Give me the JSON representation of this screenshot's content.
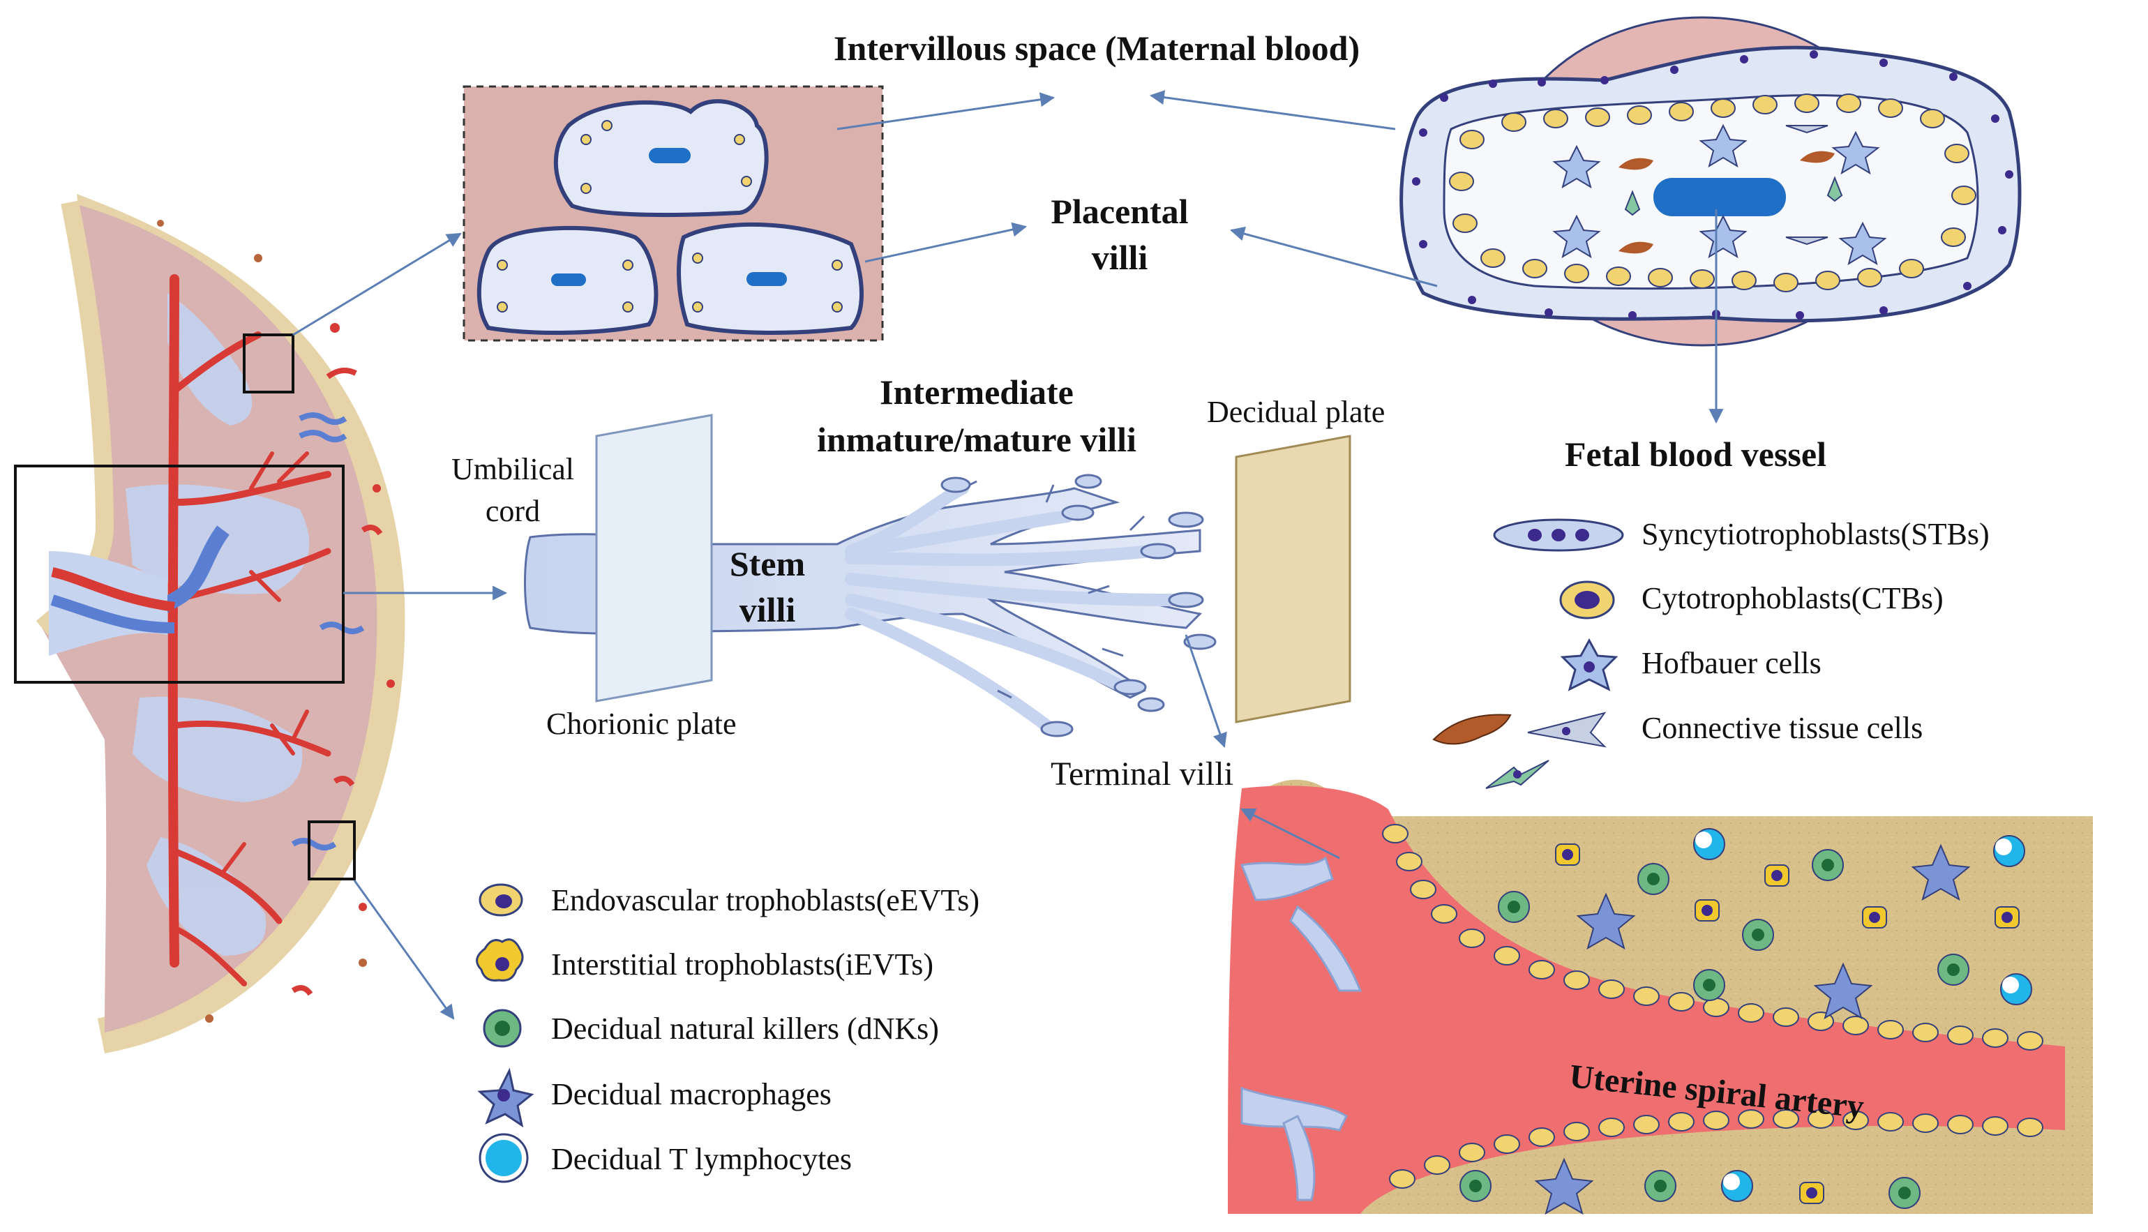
{
  "labels": {
    "intervillous_space": "Intervillous space (Maternal blood)",
    "placental_villi_1": "Placental",
    "placental_villi_2": "villi",
    "intermediate_1": "Intermediate",
    "intermediate_2": "inmature/mature villi",
    "decidual_plate": "Decidual plate",
    "umbilical_cord_1": "Umbilical",
    "umbilical_cord_2": "cord",
    "stem_villi_1": "Stem",
    "stem_villi_2": "villi",
    "chorionic_plate": "Chorionic plate",
    "terminal_villi": "Terminal villi",
    "fetal_blood_vessel": "Fetal blood vessel",
    "uterine_spiral_artery": "Uterine spiral artery"
  },
  "legend_villi": [
    {
      "label": "Syncytiotrophoblasts(STBs)",
      "icon": "syncytiotrophoblast-icon"
    },
    {
      "label": "Cytotrophoblasts(CTBs)",
      "icon": "cytotrophoblast-icon"
    },
    {
      "label": "Hofbauer cells",
      "icon": "hofbauer-cell-icon"
    },
    {
      "label": "Connective tissue cells",
      "icon": "connective-tissue-cell-icon"
    }
  ],
  "legend_decidua": [
    {
      "label": "Endovascular trophoblasts(eEVTs)",
      "icon": "eevt-icon"
    },
    {
      "label": "Interstitial trophoblasts(iEVTs)",
      "icon": "ievt-icon"
    },
    {
      "label": "Decidual natural killers (dNKs)",
      "icon": "dnk-icon"
    },
    {
      "label": "Decidual macrophages",
      "icon": "macrophage-icon"
    },
    {
      "label": "Decidual T lymphocytes",
      "icon": "t-lymphocyte-icon"
    }
  ],
  "colors": {
    "maternal_blood": "#e3b5b3",
    "villus_fill": "#dfe6f6",
    "villus_stroke": "#33407c",
    "fetal_vessel": "#1f6fc6",
    "cytotrophoblast": "#f1d470",
    "nucleus": "#3c2a8c",
    "artery": "#ef6e70",
    "decidua": "#d8c08a",
    "placenta_outer": "#e7d3a8",
    "placenta_inner": "#d9b3b1",
    "red_vessel": "#d83a35",
    "blue_vessel": "#5a7fd2",
    "dnk": "#6eb983",
    "t_lymph": "#22b5ea",
    "macrophage": "#7b94d6",
    "connective_brown": "#b25a2a",
    "connective_green": "#86c6a0",
    "arrow": "#5b7fb5",
    "chorionic_plate": "#e6eef8",
    "decidual_plate": "#e8d9b0"
  }
}
